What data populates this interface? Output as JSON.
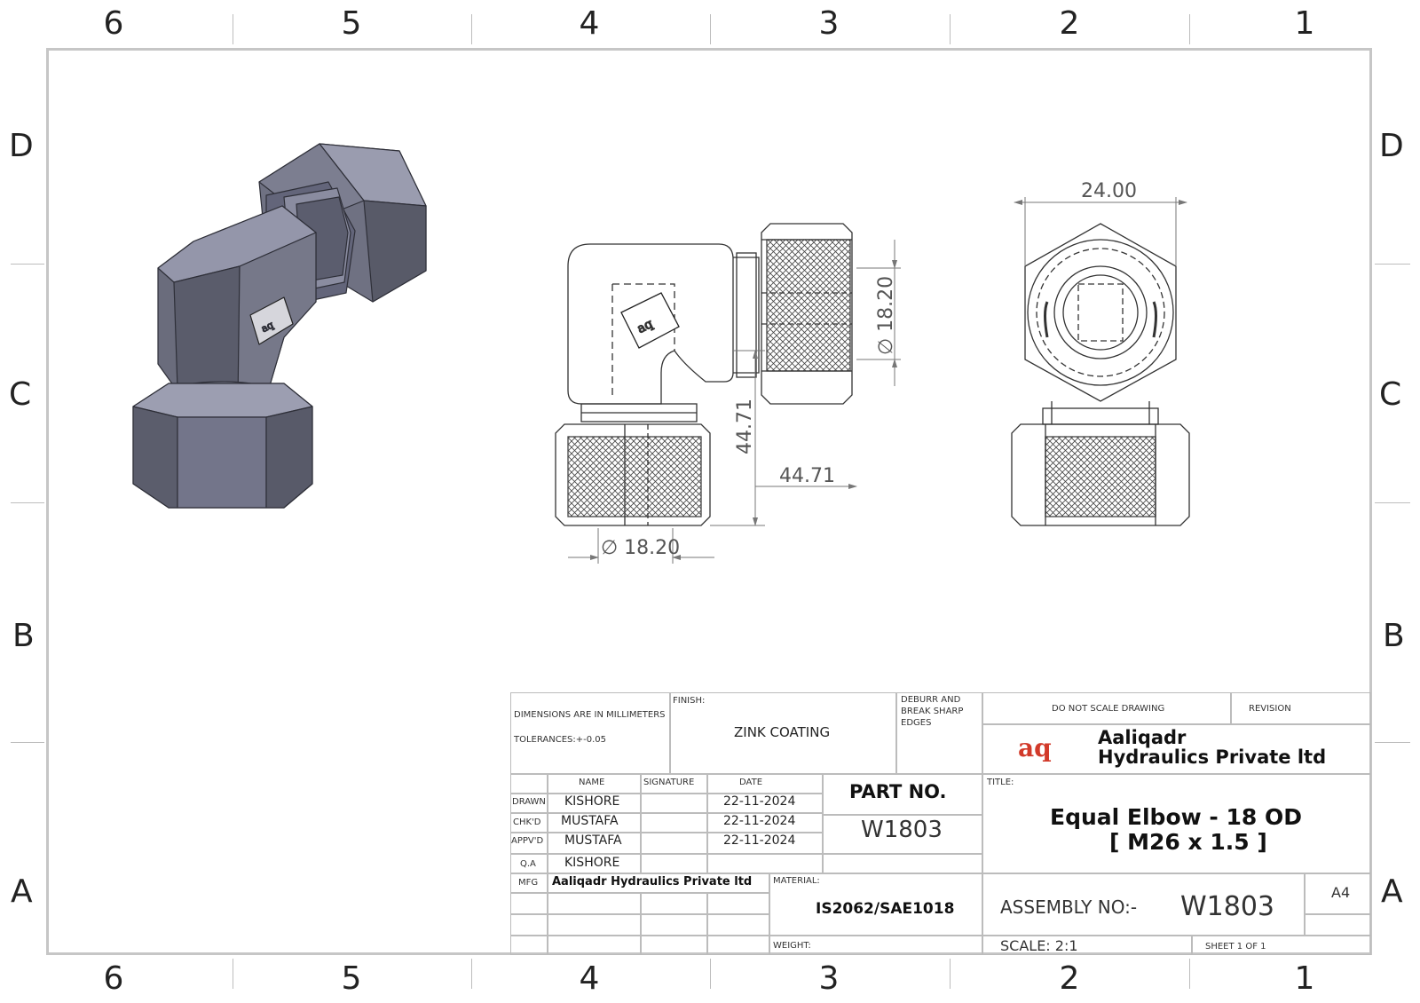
{
  "zones": {
    "columns": [
      "6",
      "5",
      "4",
      "3",
      "2",
      "1"
    ],
    "rows": [
      "D",
      "C",
      "B",
      "A"
    ]
  },
  "dimensions": {
    "top_width": "24.00",
    "right_dia": "∅ 18.20",
    "vertical": "44.71",
    "horizontal": "44.71",
    "bottom_dia": "∅ 18.20"
  },
  "title_block": {
    "dims_note": "DIMENSIONS ARE IN MILLIMETERS",
    "tolerances": "TOLERANCES:+-0.05",
    "finish_label": "FINISH:",
    "finish_value": "ZINK COATING",
    "deburr_line1": "DEBURR AND",
    "deburr_line2": "BREAK SHARP",
    "deburr_line3": "EDGES",
    "do_not_scale": "DO NOT SCALE DRAWING",
    "revision_label": "REVISION",
    "logo_letters": "aq",
    "company_line1": "Aaliqadr",
    "company_line2": "Hydraulics Private ltd",
    "col_name": "NAME",
    "col_signature": "SIGNATURE",
    "col_date": "DATE",
    "part_no_label": "PART NO.",
    "part_no_value": "W1803",
    "title_label": "TITLE:",
    "title_line1": "Equal Elbow - 18 OD",
    "title_line2": "[ M26 x 1.5 ]",
    "rows": [
      {
        "role": "DRAWN",
        "name": "KISHORE",
        "date": "22-11-2024"
      },
      {
        "role": "CHK'D",
        "name": "MUSTAFA",
        "date": "22-11-2024"
      },
      {
        "role": "APPV'D",
        "name": "MUSTAFA",
        "date": "22-11-2024"
      },
      {
        "role": "Q.A",
        "name": "KISHORE",
        "date": ""
      }
    ],
    "mfg_label": "MFG",
    "mfg_value": "Aaliqadr Hydraulics Private ltd",
    "material_label": "MATERIAL:",
    "material_value": "IS2062/SAE1018",
    "weight_label": "WEIGHT:",
    "assembly_label": "ASSEMBLY NO:-",
    "assembly_value": "W1803",
    "size": "A4",
    "scale": "SCALE: 2:1",
    "sheet": "SHEET 1 OF 1"
  },
  "colors": {
    "border": "#c6c6c6",
    "solid_body": "#6f7182",
    "solid_light": "#9a9caf",
    "solid_dark": "#4c4e5c",
    "logo_red": "#d23a2a"
  }
}
